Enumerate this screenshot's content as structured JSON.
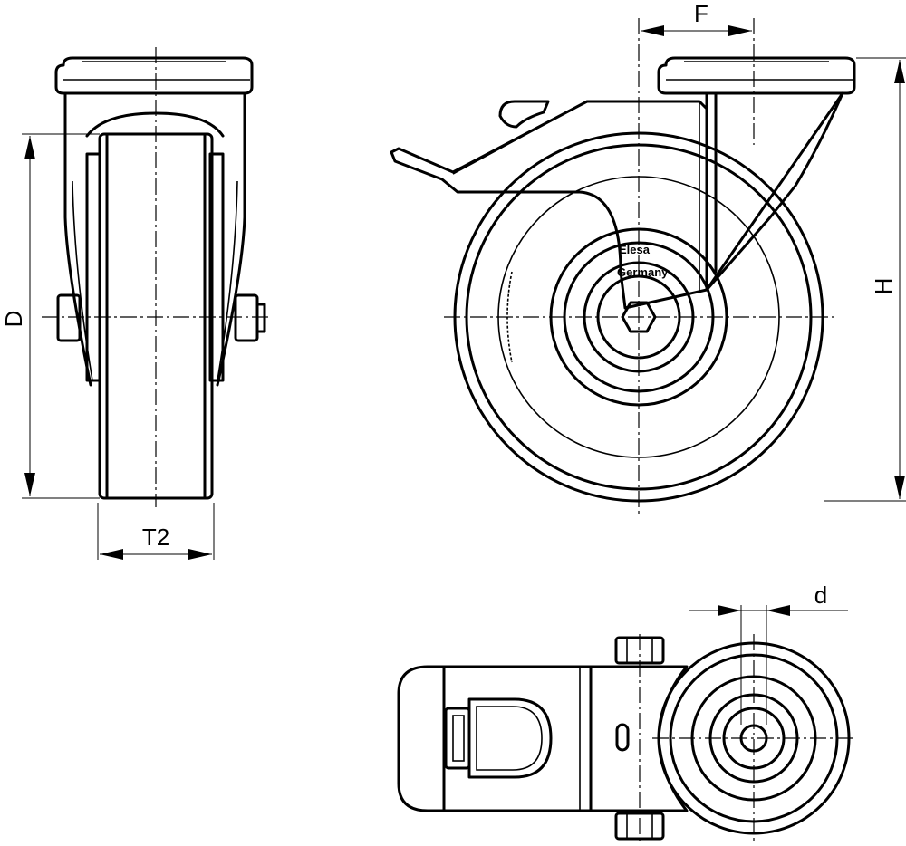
{
  "dimensions": {
    "F": "F",
    "H": "H",
    "D": "D",
    "T2": "T2",
    "d": "d"
  },
  "marking": {
    "line1": "Elesa",
    "line2": "Germany"
  }
}
